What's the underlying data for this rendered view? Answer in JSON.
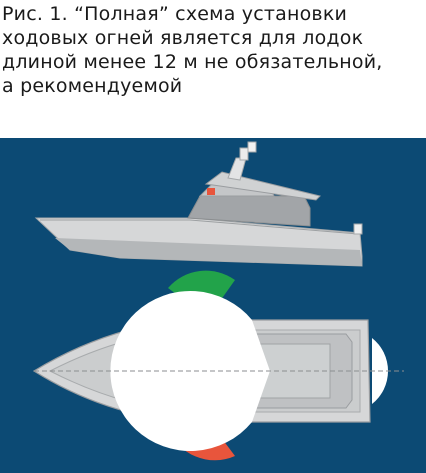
{
  "caption": {
    "lines": [
      "Рис. 1. “Полная” схема установки",
      "ходовых огней является для лодок",
      "длиной менее 12 м не обязательной,",
      "а рекомендуемой"
    ]
  },
  "colors": {
    "background": "#0c4a74",
    "hull_light": "#dcdcdc",
    "hull_mid": "#b9bbbd",
    "hull_dark": "#8e9193",
    "sector_green": "#22a34a",
    "sector_red": "#e8553c",
    "sector_white": "#ffffff",
    "masthead_red": "#e8553c"
  },
  "icons": {
    "side_view": "motorboat-side-view",
    "top_view": "motorboat-top-view"
  }
}
